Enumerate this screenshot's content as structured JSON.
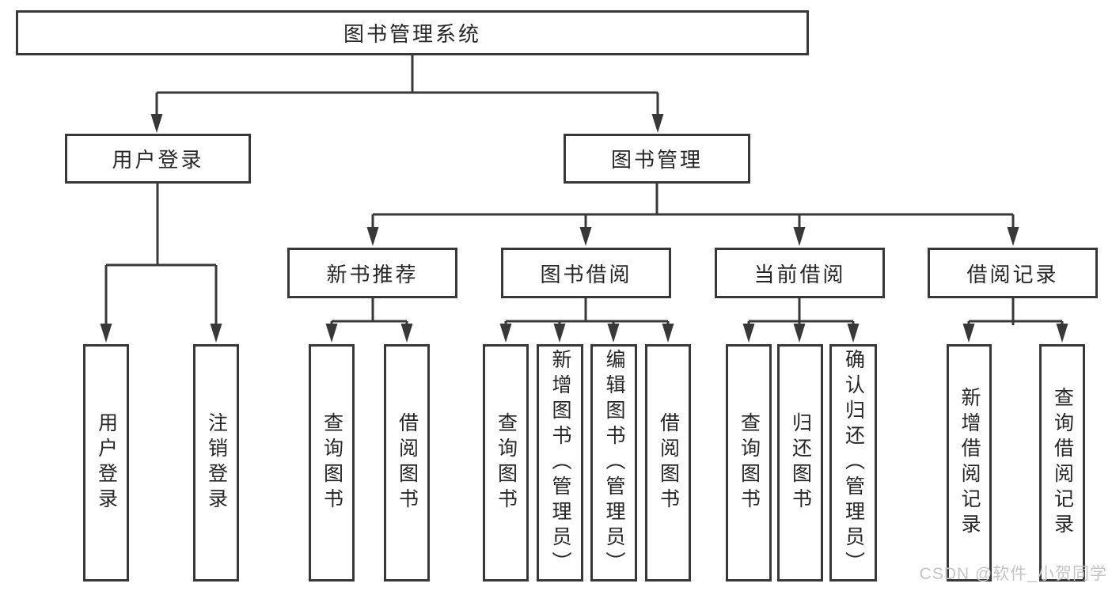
{
  "colors": {
    "background": "#ffffff",
    "box_border": "#383838",
    "connector_line": "#383838",
    "text": "#262626",
    "watermark": "#c4c4c4"
  },
  "watermark": {
    "text": "CSDN @软件_小贺同学"
  },
  "tree": {
    "label": "图书管理系统",
    "children": [
      {
        "label": "用户登录",
        "children": [
          {
            "label": "用户登录"
          },
          {
            "label": "注销登录"
          }
        ]
      },
      {
        "label": "图书管理",
        "children": [
          {
            "label": "新书推荐",
            "children": [
              {
                "label": "查询图书"
              },
              {
                "label": "借阅图书"
              }
            ]
          },
          {
            "label": "图书借阅",
            "children": [
              {
                "label": "查询图书"
              },
              {
                "label": "新增图书（管理员）"
              },
              {
                "label": "编辑图书（管理员）"
              },
              {
                "label": "借阅图书"
              }
            ]
          },
          {
            "label": "当前借阅",
            "children": [
              {
                "label": "查询图书"
              },
              {
                "label": "归还图书"
              },
              {
                "label": "确认归还（管理员）"
              }
            ]
          },
          {
            "label": "借阅记录",
            "children": [
              {
                "label": "新增借阅记录"
              },
              {
                "label": "查询借阅记录"
              }
            ]
          }
        ]
      }
    ]
  }
}
